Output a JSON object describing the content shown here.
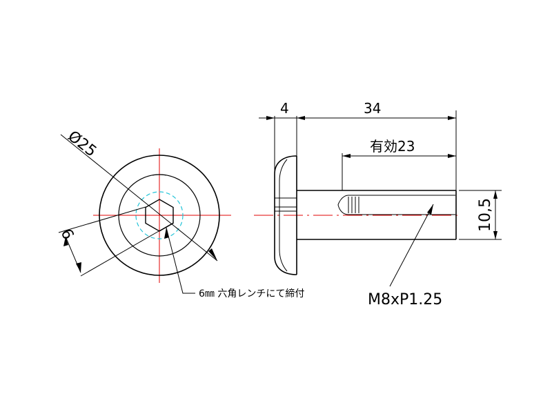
{
  "front_view": {
    "diameter_label": "Ø25",
    "hex_size_label": "6",
    "note": "6㎜ 六角レンチにて締付"
  },
  "side_view": {
    "head_thickness_label": "4",
    "total_length_label": "34",
    "effective_thread_label": "有効23",
    "shank_diameter_label": "10,5",
    "thread_spec_label": "M8xP1.25"
  },
  "colors": {
    "outline": "#000000",
    "centerline": "#e00000",
    "hidden_line": "#22c4d8"
  }
}
